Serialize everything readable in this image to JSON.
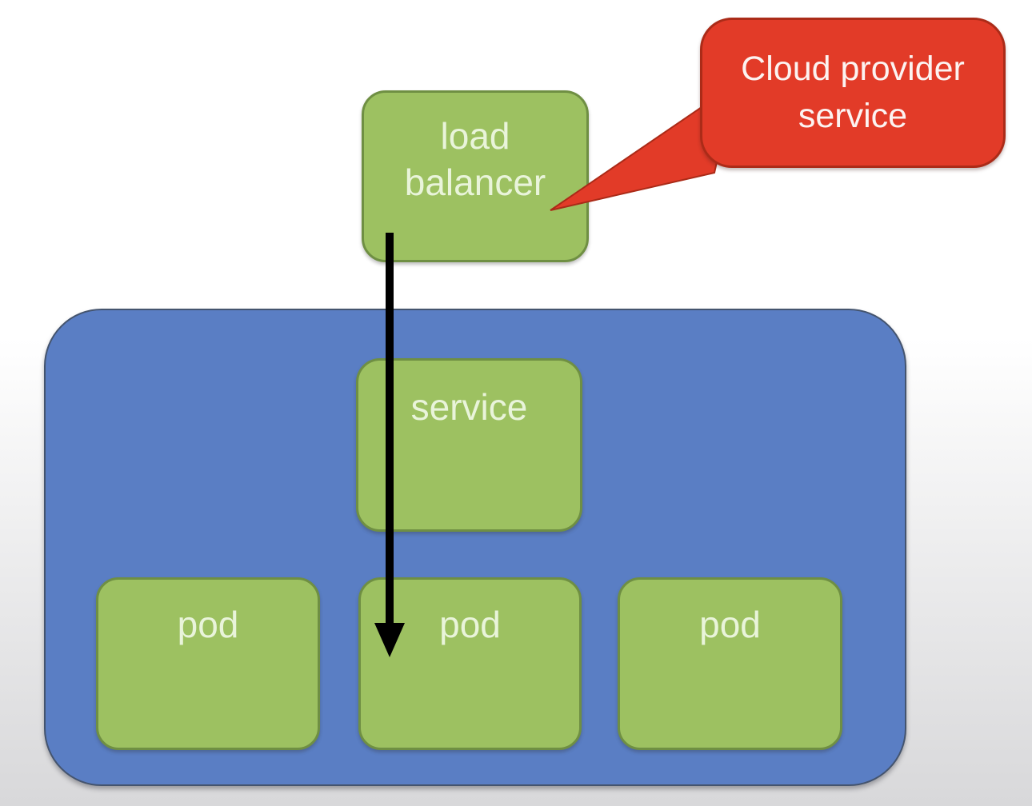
{
  "diagram": {
    "title_hint": "kubernetes load balancer service diagram",
    "callout": {
      "label": "Cloud provider\nservice",
      "fill": "#e23b28",
      "border_color": "#ab2b18",
      "text_color": "#fcf3f1"
    },
    "load_balancer": {
      "label": "load\nbalancer"
    },
    "service": {
      "label": "service"
    },
    "pods": [
      {
        "label": "pod"
      },
      {
        "label": "pod"
      },
      {
        "label": "pod"
      }
    ],
    "cluster": {
      "fill": "#5a7ec4",
      "border_color": "#44546e"
    },
    "node_style": {
      "fill": "#9dc161",
      "border_color": "#6f8f43",
      "text_color": "#e9f4da"
    },
    "arrow": {
      "color": "#000000"
    },
    "background": {
      "top": "#ffffff",
      "bottom": "#d8d8da"
    }
  }
}
